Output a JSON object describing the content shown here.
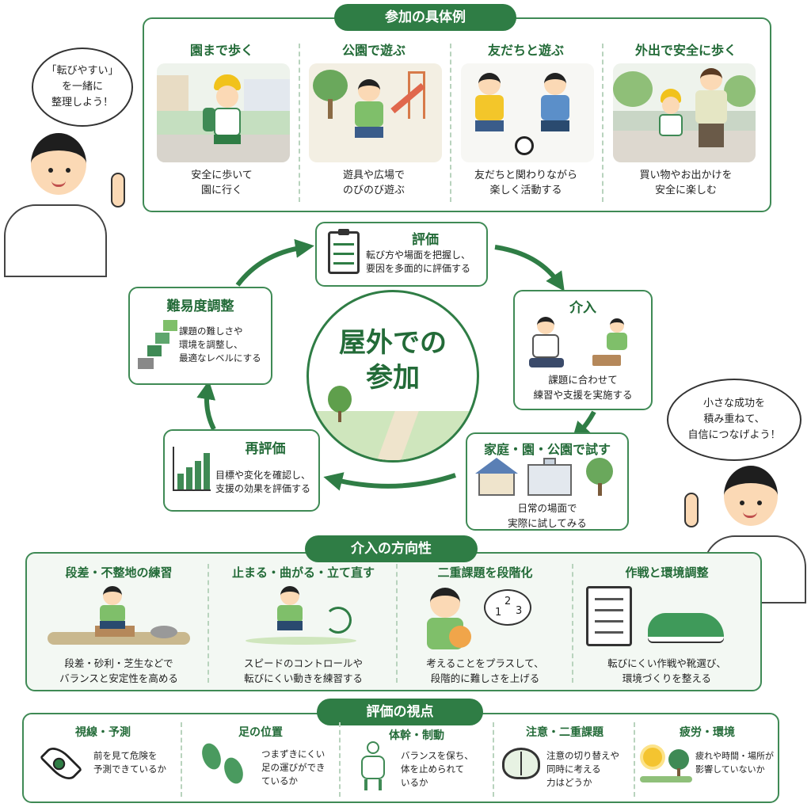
{
  "examples": {
    "header": "参加の具体例",
    "items": [
      {
        "title": "園まで歩く",
        "desc": "安全に歩いて\n園に行く"
      },
      {
        "title": "公園で遊ぶ",
        "desc": "遊具や広場で\nのびのび遊ぶ"
      },
      {
        "title": "友だちと遊ぶ",
        "desc": "友だちと関わりながら\n楽しく活動する"
      },
      {
        "title": "外出で安全に歩く",
        "desc": "買い物やお出かけを\n安全に楽しむ"
      }
    ]
  },
  "speech": {
    "left": "「転びやすい」\nを一緒に\n整理しよう！",
    "right": "小さな成功を\n積み重ねて、\n自信につなげよう！"
  },
  "center": {
    "line1": "屋外での",
    "line2": "参加"
  },
  "cycle": {
    "evaluate": {
      "title": "評価",
      "desc": "転び方や場面を把握し、\n要因を多面的に評価する"
    },
    "intervene": {
      "title": "介入",
      "desc": "課題に合わせて\n練習や支援を実施する"
    },
    "try": {
      "title": "家庭・園・公園で試す",
      "desc": "日常の場面で\n実際に試してみる"
    },
    "reevaluate": {
      "title": "再評価",
      "desc": "目標や変化を確認し、\n支援の効果を評価する"
    },
    "adjust": {
      "title": "難易度調整",
      "desc": "課題の難しさや\n環境を調整し、\n最適なレベルにする"
    }
  },
  "direction": {
    "header": "介入の方向性",
    "items": [
      {
        "title": "段差・不整地の練習",
        "desc": "段差・砂利・芝生などで\nバランスと安定性を高める"
      },
      {
        "title": "止まる・曲がる・立て直す",
        "desc": "スピードのコントロールや\n転びにくい動きを練習する"
      },
      {
        "title": "二重課題を段階化",
        "desc": "考えることをプラスして、\n段階的に難しさを上げる"
      },
      {
        "title": "作戦と環境調整",
        "desc": "転びにくい作戦や靴選び、\n環境づくりを整える"
      }
    ],
    "numbers": [
      "1",
      "2",
      "3"
    ]
  },
  "viewpoints": {
    "header": "評価の視点",
    "items": [
      {
        "title": "視線・予測",
        "desc": "前を見て危険を\n予測できているか"
      },
      {
        "title": "足の位置",
        "desc": "つまずきにくい\n足の運びができ\nているか"
      },
      {
        "title": "体幹・制動",
        "desc": "バランスを保ち、\n体を止められて\nいるか"
      },
      {
        "title": "注意・二重課題",
        "desc": "注意の切り替えや\n同時に考える\n力はどうか"
      },
      {
        "title": "疲労・環境",
        "desc": "疲れや時間・場所が\n影響していないか"
      }
    ]
  },
  "colors": {
    "primary": "#2f7d45",
    "border": "#3f8a55",
    "light": "#f3f8f3"
  }
}
